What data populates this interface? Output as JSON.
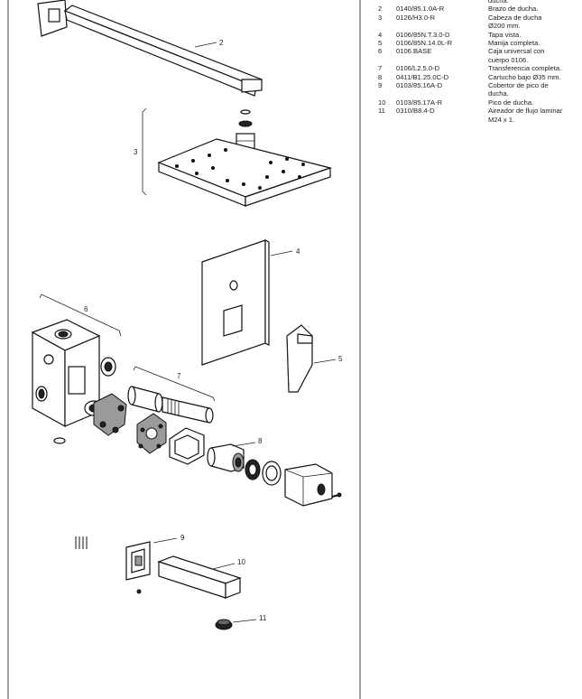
{
  "parts_table": [
    {
      "number": "",
      "code": "",
      "description": "ducha."
    },
    {
      "number": "2",
      "code": "0140/85.1.0A-R",
      "description": "Brazo de ducha."
    },
    {
      "number": "3",
      "code": "0126/H3.0-R",
      "description": "Cabeza de ducha"
    },
    {
      "number": "",
      "code": "",
      "description": "Ø200 mm."
    },
    {
      "number": "4",
      "code": "0106/85N.T.3.0-D",
      "description": "Tapa vista."
    },
    {
      "number": "5",
      "code": "0106/85N.14.0L-R",
      "description": "Manija completa."
    },
    {
      "number": "6",
      "code": "0106.BASE",
      "description": "Caja universal con"
    },
    {
      "number": "",
      "code": "",
      "description": "cuerpo 0106."
    },
    {
      "number": "7",
      "code": "0106/L2.5.0-D",
      "description": "Transferencia completa."
    },
    {
      "number": "8",
      "code": "0411/B1.25.0C-D",
      "description": "Cartucho bajo Ø35 mm."
    },
    {
      "number": "9",
      "code": "0103/85.16A-D",
      "description": "Cobertor de pico de"
    },
    {
      "number": "",
      "code": "",
      "description": "ducha."
    },
    {
      "number": "10",
      "code": "0103/85.17A-R",
      "description": "Pico de ducha."
    },
    {
      "number": "11",
      "code": "0310/B8.4-D",
      "description": "Aireador de flujo laminar"
    },
    {
      "number": "",
      "code": "",
      "description": "M24 x 1."
    }
  ],
  "callouts": {
    "c2": "2",
    "c3": "3",
    "c4": "4",
    "c5": "5",
    "c6": "6",
    "c7": "7",
    "c8": "8",
    "c9": "9",
    "c10": "10",
    "c11": "11"
  }
}
